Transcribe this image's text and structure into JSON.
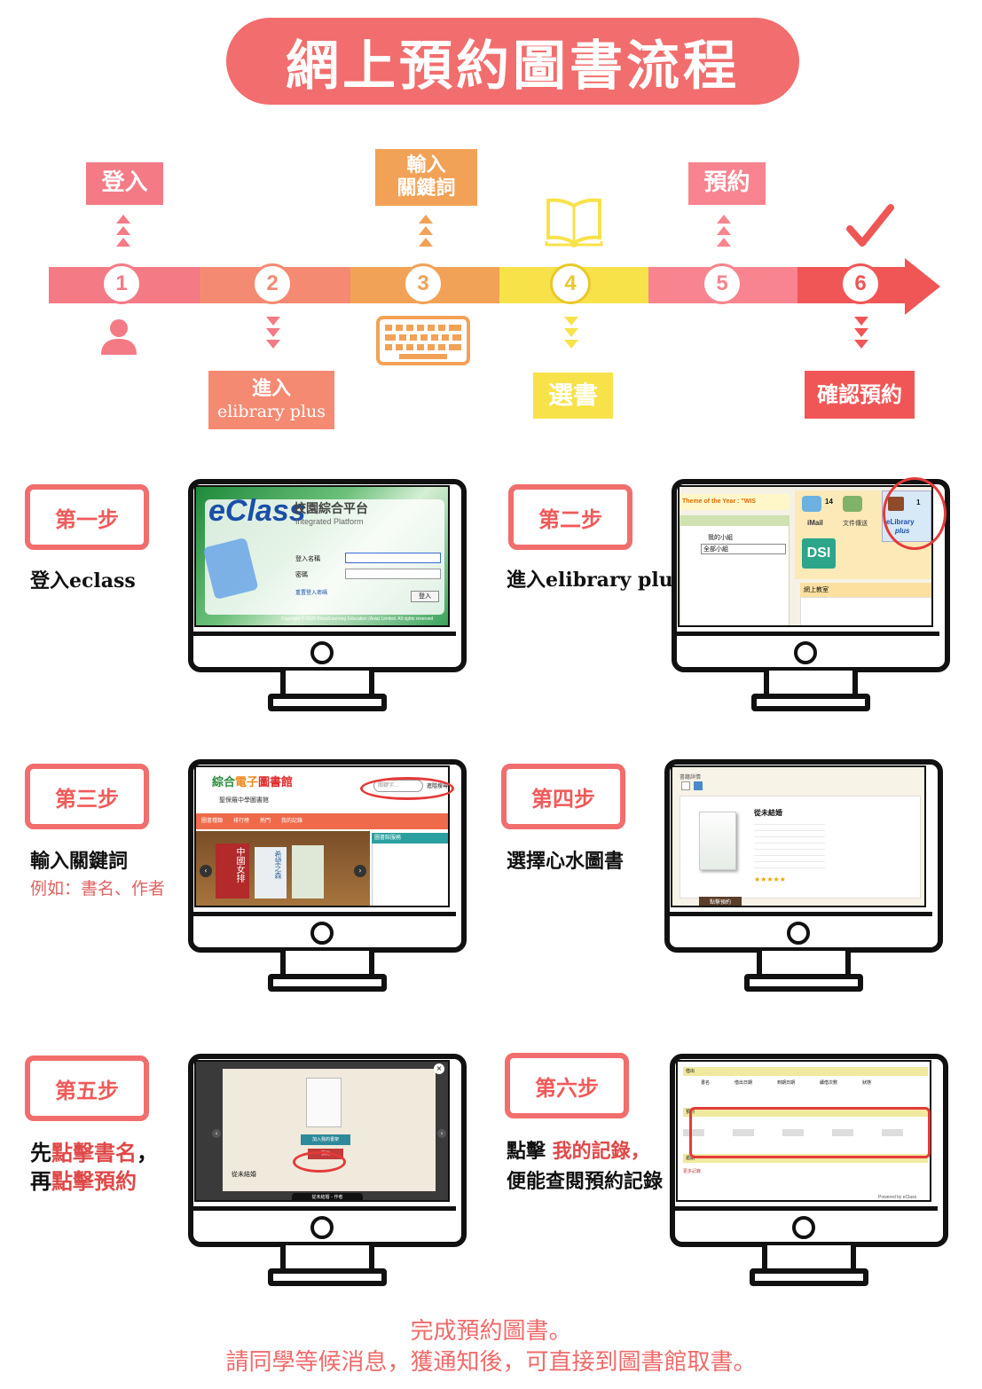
{
  "title": "網上預約圖書流程",
  "timeline": {
    "steps": [
      {
        "number": "1",
        "label": "登入",
        "icon": "user-icon"
      },
      {
        "number": "2",
        "label_line1": "進入",
        "label_line2": "elibrary plus"
      },
      {
        "number": "3",
        "label_line1": "輸入",
        "label_line2": "關鍵詞",
        "icon": "keyboard-icon"
      },
      {
        "number": "4",
        "label": "選書",
        "icon": "open-book-icon"
      },
      {
        "number": "5",
        "label": "預約"
      },
      {
        "number": "6",
        "label": "確認預約",
        "icon": "checkmark-icon"
      }
    ]
  },
  "steps": [
    {
      "badge": "第一步",
      "desc": "登入eclass"
    },
    {
      "badge": "第二步",
      "desc": "進入elibrary plus"
    },
    {
      "badge": "第三步",
      "desc": "輸入關鍵詞",
      "sub": "例如：書名、作者"
    },
    {
      "badge": "第四步",
      "desc": "選擇心水圖書"
    },
    {
      "badge": "第五步",
      "desc_prefix1": "先",
      "desc_red1": "點擊書名",
      "desc_suffix1": "，",
      "desc_prefix2": "再",
      "desc_red2": "點擊預約"
    },
    {
      "badge": "第六步",
      "desc_prefix1": "點擊 ",
      "desc_red1": "我的記錄",
      "desc_suffix1": "，",
      "desc_line2": "便能查閱預約記錄"
    }
  ],
  "screens": {
    "s1": {
      "logo": "eClass",
      "title_cn": "校園綜合平台",
      "title_en": "Integrated Platform",
      "field1": "登入名稱",
      "field2": "密碼",
      "link": "重置登入密碼",
      "button": "登入",
      "footer": "Copyright © 2020 BroadLearning Education (Asia) Limited. All rights reserved"
    },
    "s2": {
      "theme": "Theme of the Year : \"WIS",
      "imail": "iMail",
      "imail_count": "14",
      "docs": "文件傳送",
      "elib": "eLibrary",
      "elib_plus": "plus",
      "elib_count": "1",
      "group": "我的小組",
      "group_select": "全部小組",
      "classroom": "網上教室",
      "dsi": "DSI"
    },
    "s3": {
      "logo_a": "綜合",
      "logo_b": "電子",
      "logo_c": "圖書館",
      "school": "聖保羅中學圖書館",
      "search_placeholder": "關鍵字...",
      "adv": "進階搜尋",
      "menu": [
        "圖書種類",
        "排行榜",
        "熱門",
        "我的記錄"
      ],
      "book1": "中國女排",
      "book2": "希望之森",
      "panel": "圖書館服務"
    },
    "s4": {
      "crumb": "書籍詳情",
      "book": "從未結婚",
      "btn": "點擊預約"
    },
    "s5": {
      "btn1": "加入我的書架",
      "btn2": "預約",
      "footer": "從未結婚 - 作者",
      "book": "從未結婚"
    },
    "s6": {
      "row_a": "借出",
      "row_b": "預約",
      "row_c": "逾期",
      "col": [
        "書名",
        "借出日期",
        "到期日期",
        "續借次數",
        "狀態"
      ],
      "link": "更多記錄",
      "footer": "Powered by eClass"
    }
  },
  "footer": {
    "line1": "完成預約圖書。",
    "line2": "請同學等候消息，獲通知後，可直接到圖書館取書。"
  },
  "colors": {
    "title_bg": "#f26d6d",
    "seg1": "#f47a86",
    "seg2": "#f58a72",
    "seg3": "#f1a257",
    "seg4": "#f8e24a",
    "seg5": "#f7848e",
    "seg6": "#f05656"
  }
}
